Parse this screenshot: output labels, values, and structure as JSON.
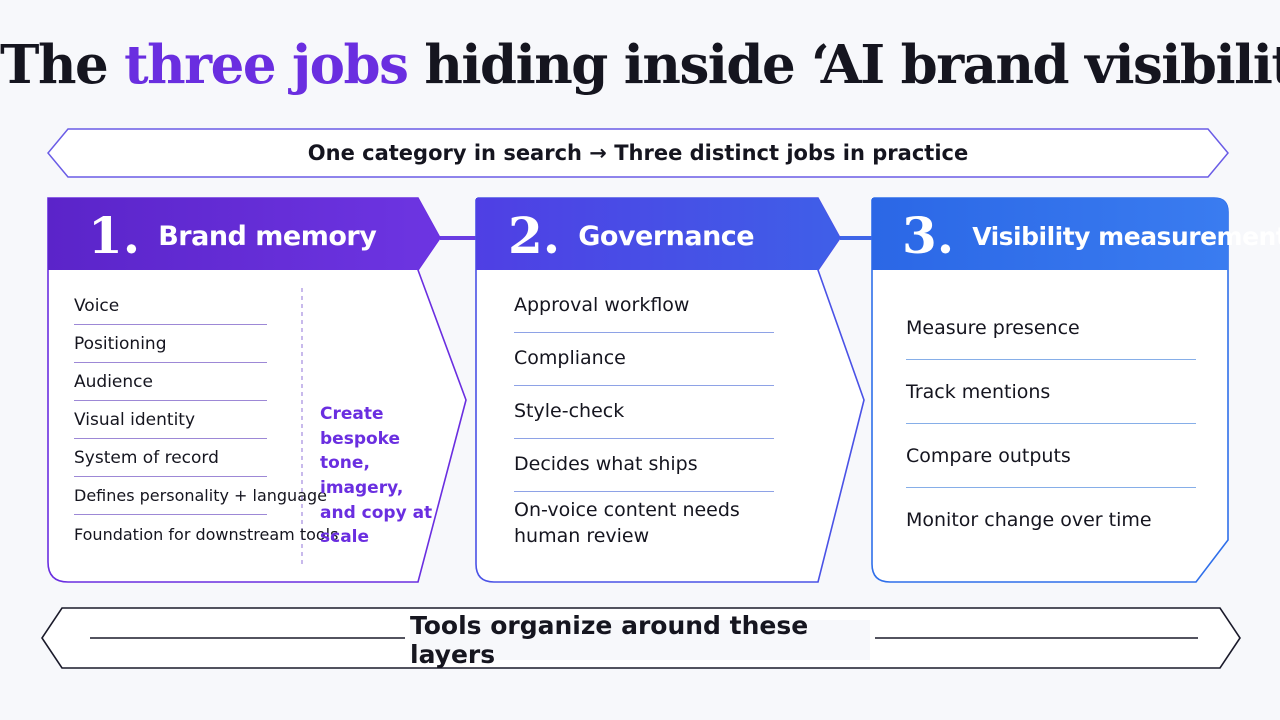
{
  "title": {
    "part1": "The ",
    "highlight": "three jobs",
    "part2": " hiding inside ‘AI brand visibility’"
  },
  "subtitle": "One category in search → Three distinct jobs in practice",
  "columns": [
    {
      "number": "1.",
      "name": "Brand memory",
      "items": [
        "Voice",
        "Positioning",
        "Audience",
        "Visual identity",
        "System of record",
        "Defines personality + language",
        "Foundation for downstream tools"
      ],
      "note": "Create bespoke tone, imagery, and copy at scale"
    },
    {
      "number": "2.",
      "name": "Governance",
      "items": [
        "Approval workflow",
        "Compliance",
        "Style-check",
        "Decides what ships",
        "On-voice content needs human review"
      ]
    },
    {
      "number": "3.",
      "name": "Visibility measurement",
      "items": [
        "Measure presence",
        "Track mentions",
        "Compare outputs",
        "Monitor change over time"
      ]
    }
  ],
  "footer": "Tools organize around these layers",
  "colors": {
    "purple": "#6a2ee0",
    "blue_mid": "#4a4ee8",
    "blue": "#2f6fea",
    "text": "#15151f",
    "background": "#f7f8fb"
  }
}
